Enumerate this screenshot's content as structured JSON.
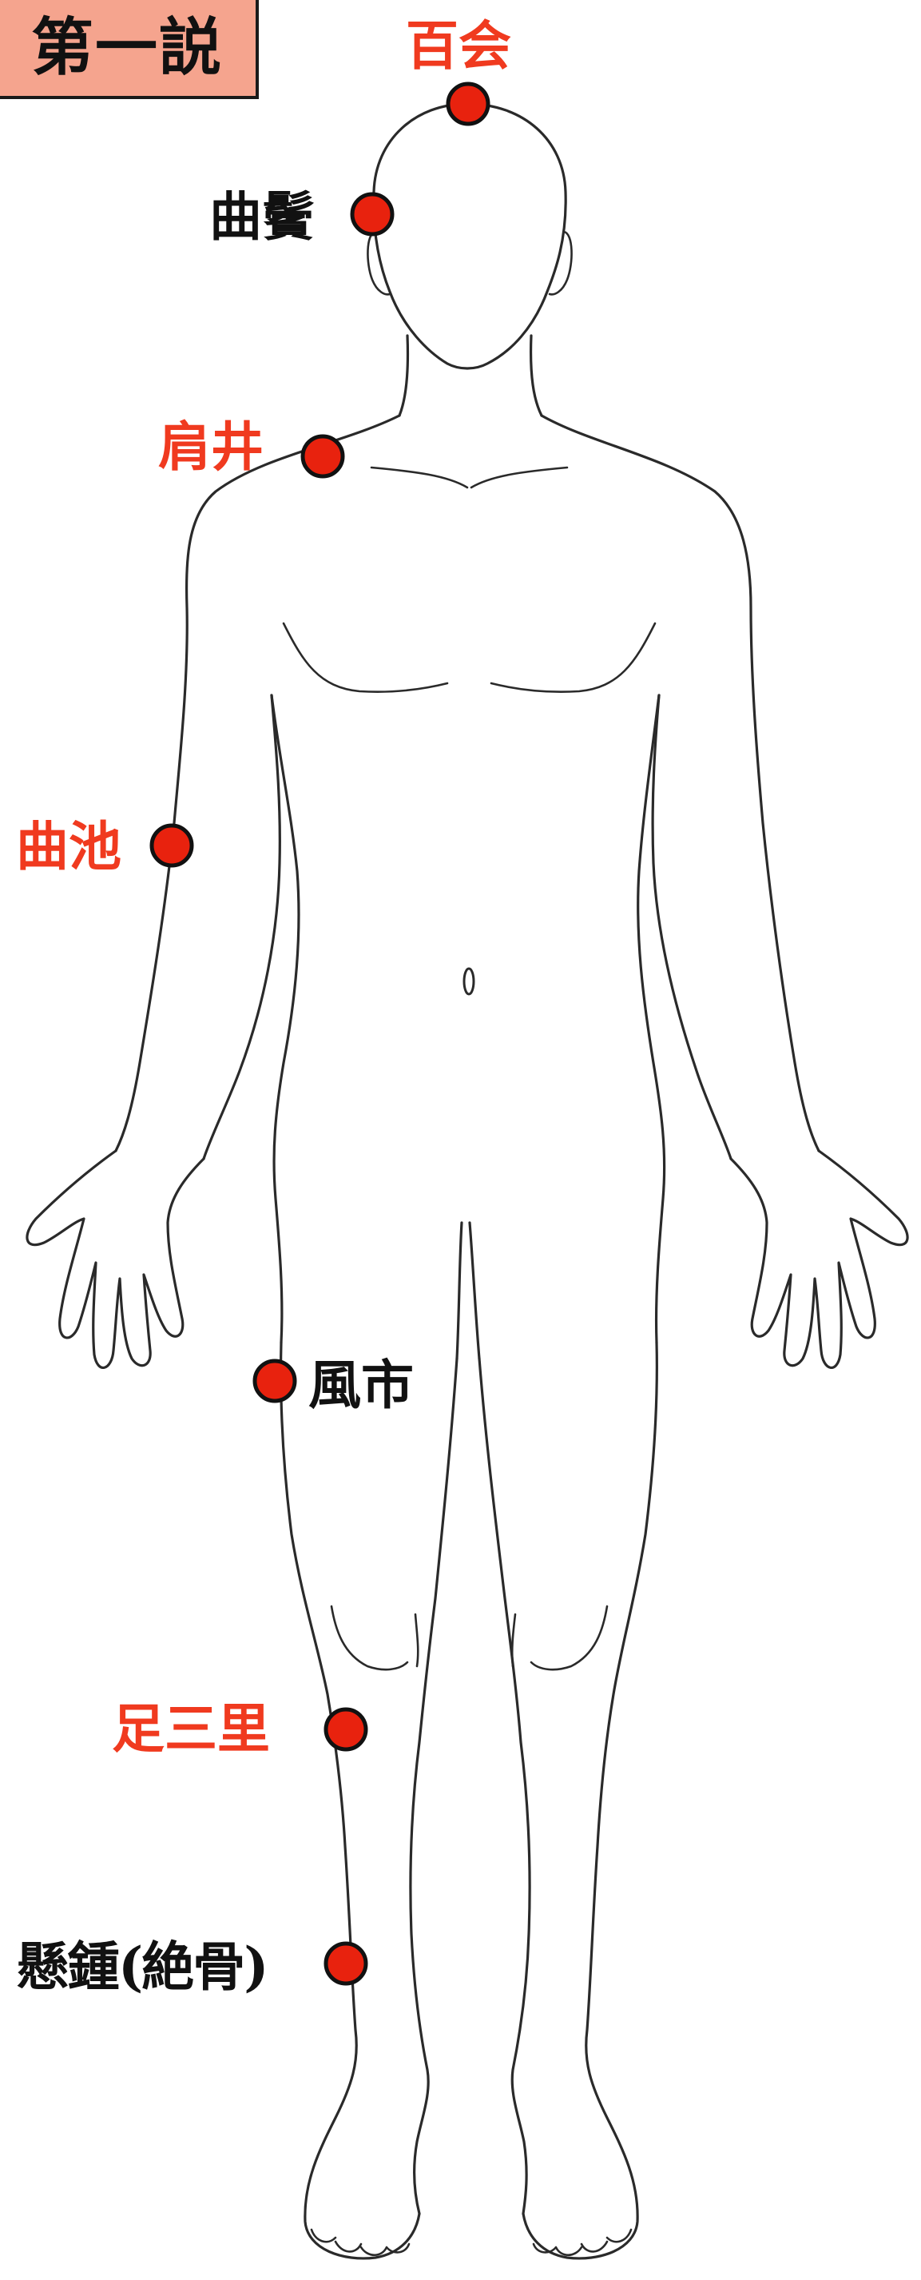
{
  "title": "第一説",
  "points": [
    {
      "id": "hyakue",
      "label": "百会",
      "color": "#f03a1f"
    },
    {
      "id": "kyokubin",
      "label": "曲鬢",
      "color": "#111111"
    },
    {
      "id": "kensei",
      "label": "肩井",
      "color": "#f03a1f"
    },
    {
      "id": "kyokuchi",
      "label": "曲池",
      "color": "#f03a1f"
    },
    {
      "id": "fushi",
      "label": "風市",
      "color": "#111111"
    },
    {
      "id": "ashisanri",
      "label": "足三里",
      "color": "#f03a1f"
    },
    {
      "id": "kensho",
      "label": "懸鍾(絶骨)",
      "color": "#111111"
    }
  ],
  "colors": {
    "point_fill": "#e8220e",
    "title_background": "#f5a48e",
    "outline": "#2a2a2a"
  }
}
